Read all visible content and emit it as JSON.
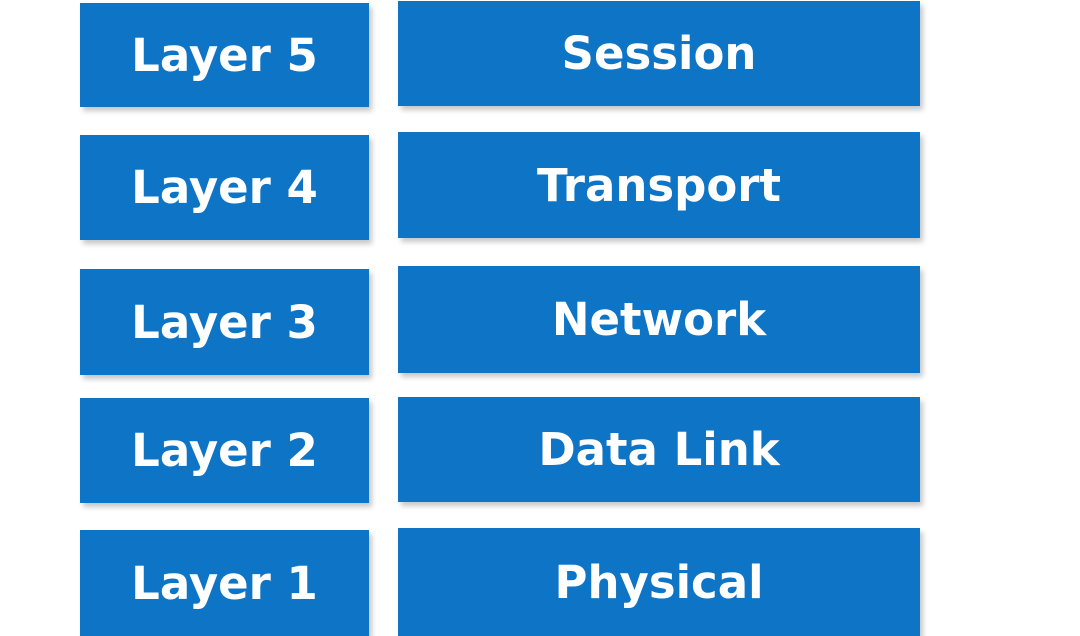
{
  "colors": {
    "box_fill": "#0d74c6",
    "text": "#ffffff",
    "background": "#ffffff"
  },
  "layers": [
    {
      "number_label": "Layer 5",
      "name": "Session"
    },
    {
      "number_label": "Layer 4",
      "name": "Transport"
    },
    {
      "number_label": "Layer 3",
      "name": "Network"
    },
    {
      "number_label": "Layer 2",
      "name": "Data Link"
    },
    {
      "number_label": "Layer 1",
      "name": "Physical"
    }
  ]
}
